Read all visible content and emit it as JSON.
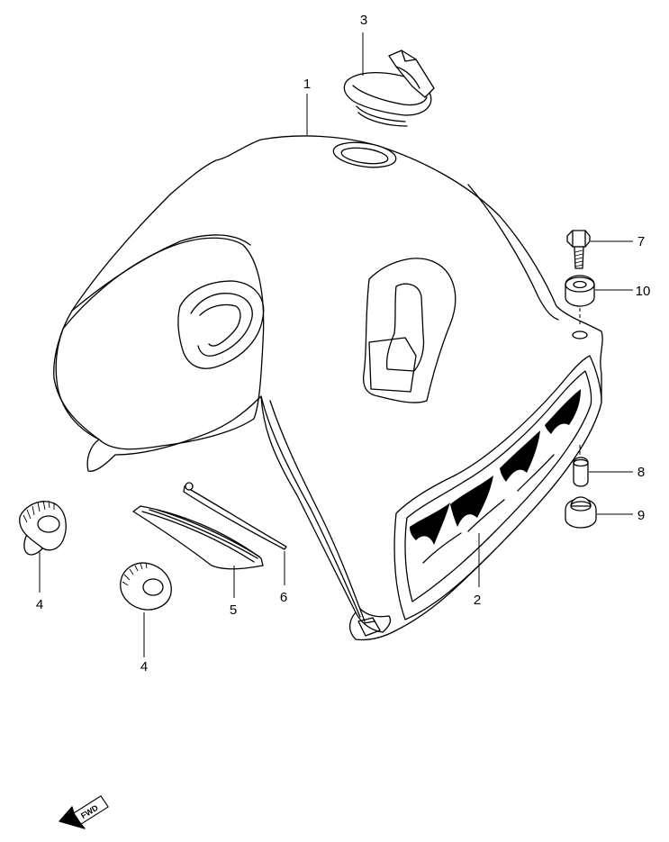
{
  "parts": [
    {
      "label": "1"
    },
    {
      "label": "2"
    },
    {
      "label": "3"
    },
    {
      "label": "4"
    },
    {
      "label": "4"
    },
    {
      "label": "5"
    },
    {
      "label": "6"
    },
    {
      "label": "7"
    },
    {
      "label": "8"
    },
    {
      "label": "9"
    },
    {
      "label": "10"
    }
  ],
  "fwd": {
    "label": "FWD"
  },
  "colors": {
    "line": "#000000",
    "background": "#ffffff"
  }
}
